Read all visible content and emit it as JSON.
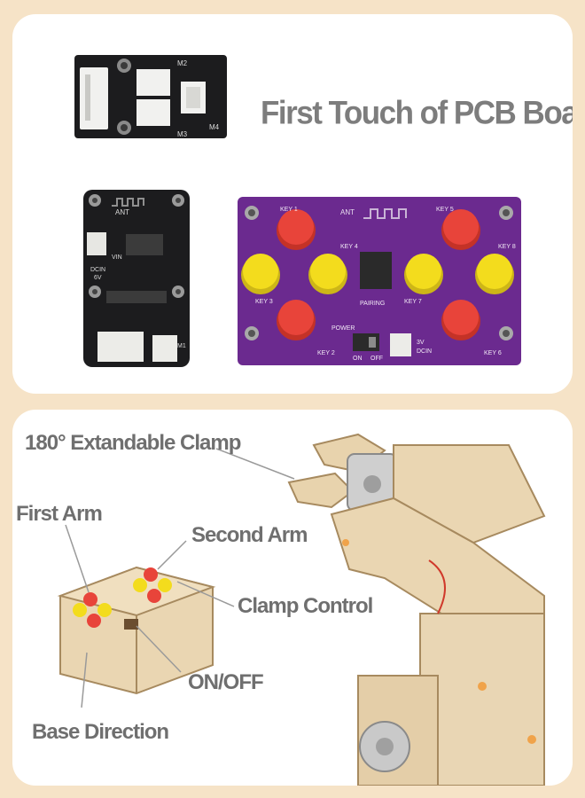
{
  "top_panel": {
    "headline": "First Touch of PCB Boards",
    "motor_board": {
      "labels": [
        "M2",
        "M3",
        "M4"
      ]
    },
    "driver_board": {
      "labels": [
        "ANT",
        "DCIN",
        "6V",
        "VIN",
        "M1"
      ]
    },
    "gamepad_board": {
      "labels": [
        "KEY 1",
        "KEY 2",
        "KEY 3",
        "KEY 4",
        "KEY 5",
        "KEY 6",
        "KEY 7",
        "KEY 8",
        "ANT",
        "PAIRING",
        "POWER",
        "ON",
        "OFF",
        "3V",
        "DCIN"
      ]
    }
  },
  "bottom_panel": {
    "callouts": {
      "clamp": "180° Extandable Clamp",
      "first_arm": "First Arm",
      "second_arm": "Second Arm",
      "clamp_control": "Clamp Control",
      "on_off": "ON/OFF",
      "base_direction": "Base Direction"
    }
  },
  "colors": {
    "background": "#f6e3c7",
    "panel": "#ffffff",
    "headline": "#7d7d7d",
    "pcb_black": "#1c1c1e",
    "pcb_purple": "#6b2a8f",
    "button_red": "#e8443a",
    "button_yellow": "#f3dc1d",
    "wood": "#ead6b2"
  }
}
